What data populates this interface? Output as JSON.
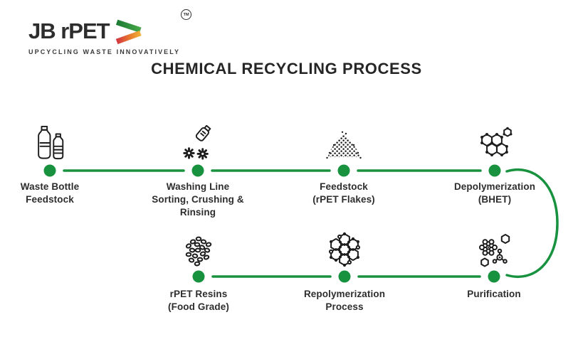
{
  "logo": {
    "brand": "JB rPET",
    "tm": "TM",
    "tagline": "UPCYCLING WASTE INNOVATIVELY"
  },
  "title": "CHEMICAL RECYCLING PROCESS",
  "colors": {
    "line_green": "#18923f",
    "dot_green": "#18923f",
    "chevron_green": "#2f9e45",
    "chevron_red": "#d23440",
    "chevron_yellow": "#f0b13a",
    "text_ink": "#2d2d2d"
  },
  "process": {
    "steps": [
      {
        "id": "waste-bottle-feedstock",
        "icon": "plastic-bottles-icon",
        "lines": [
          "Waste Bottle",
          "Feedstock"
        ]
      },
      {
        "id": "washing-line",
        "icon": "bottle-crushing-icon",
        "lines": [
          "Washing Line",
          "Sorting, Crushing &",
          "Rinsing"
        ]
      },
      {
        "id": "feedstock-flakes",
        "icon": "flakes-pile-icon",
        "lines": [
          "Feedstock",
          "(rPET Flakes)"
        ]
      },
      {
        "id": "depolymerization",
        "icon": "molecule-cluster-icon",
        "lines": [
          "Depolymerization",
          "(BHET)"
        ]
      },
      {
        "id": "purification",
        "icon": "purification-molecule-icon",
        "lines": [
          "Purification"
        ]
      },
      {
        "id": "repolymerization",
        "icon": "polymer-honeycomb-icon",
        "lines": [
          "Repolymerization",
          "Process"
        ]
      },
      {
        "id": "rpet-resins",
        "icon": "resin-pellets-icon",
        "lines": [
          "rPET Resins",
          "(Food Grade)"
        ]
      }
    ]
  }
}
